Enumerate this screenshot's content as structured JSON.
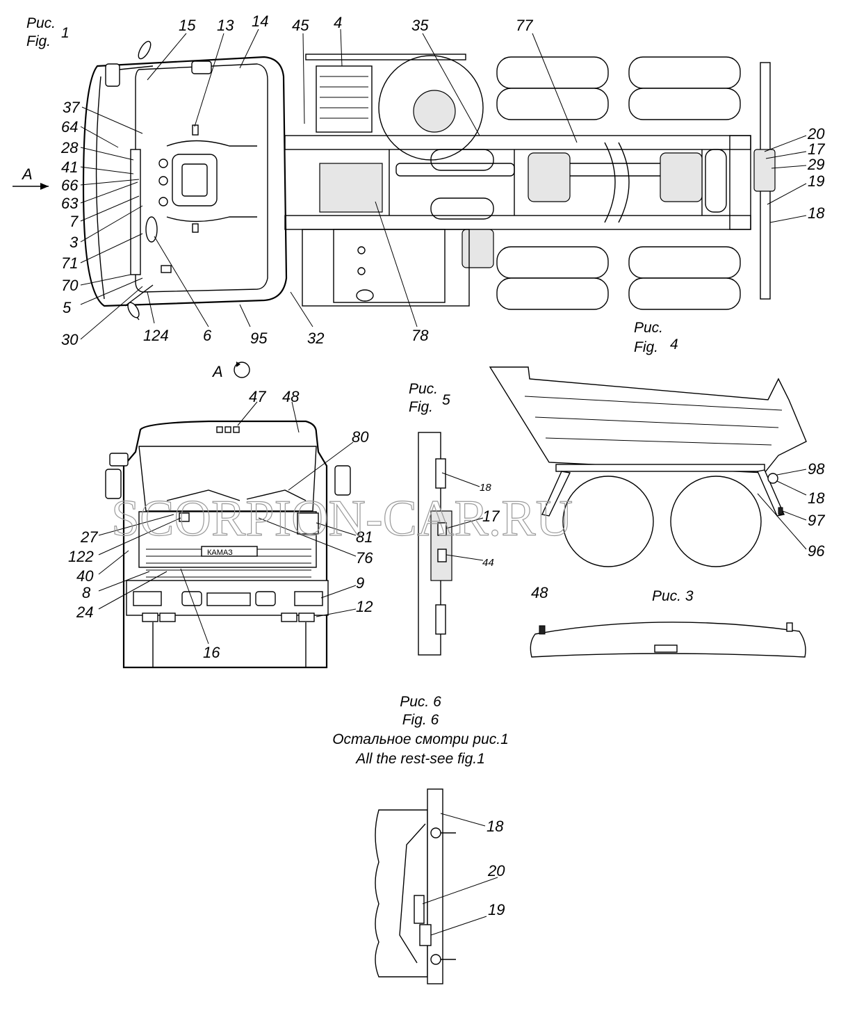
{
  "figures": {
    "fig1": {
      "ru": "Рис.",
      "en": "Fig.",
      "num": "1"
    },
    "fig4": {
      "ru": "Рис.",
      "en": "Fig.",
      "num": "4"
    },
    "fig5": {
      "ru": "Рис.",
      "en": "Fig.",
      "num": "5"
    },
    "fig3": {
      "label": "Рис. 3"
    },
    "fig6": {
      "ru": "Рис. 6",
      "en": "Fig. 6",
      "note_ru": "Остальное смотри рис.1",
      "note_en": "All the rest-see fig.1"
    },
    "viewA": {
      "letter": "A",
      "arrow_letter": "A"
    }
  },
  "watermark": "SCORPION-CAR.RU",
  "labels": {
    "fig1": [
      "15",
      "13",
      "14",
      "45",
      "4",
      "35",
      "77",
      "37",
      "64",
      "28",
      "41",
      "66",
      "63",
      "7",
      "3",
      "71",
      "70",
      "5",
      "30",
      "124",
      "6",
      "95",
      "32",
      "78",
      "20",
      "17",
      "29",
      "19",
      "18"
    ],
    "viewA": [
      "47",
      "48",
      "80",
      "27",
      "122",
      "40",
      "8",
      "24",
      "16",
      "81",
      "76",
      "9",
      "12"
    ],
    "fig5": [
      "18",
      "17",
      "44"
    ],
    "fig4": [
      "98",
      "18",
      "97",
      "96"
    ],
    "fig3": [
      "48"
    ],
    "fig6": [
      "18",
      "20",
      "19"
    ]
  },
  "badge_text": "КАМАЗ"
}
